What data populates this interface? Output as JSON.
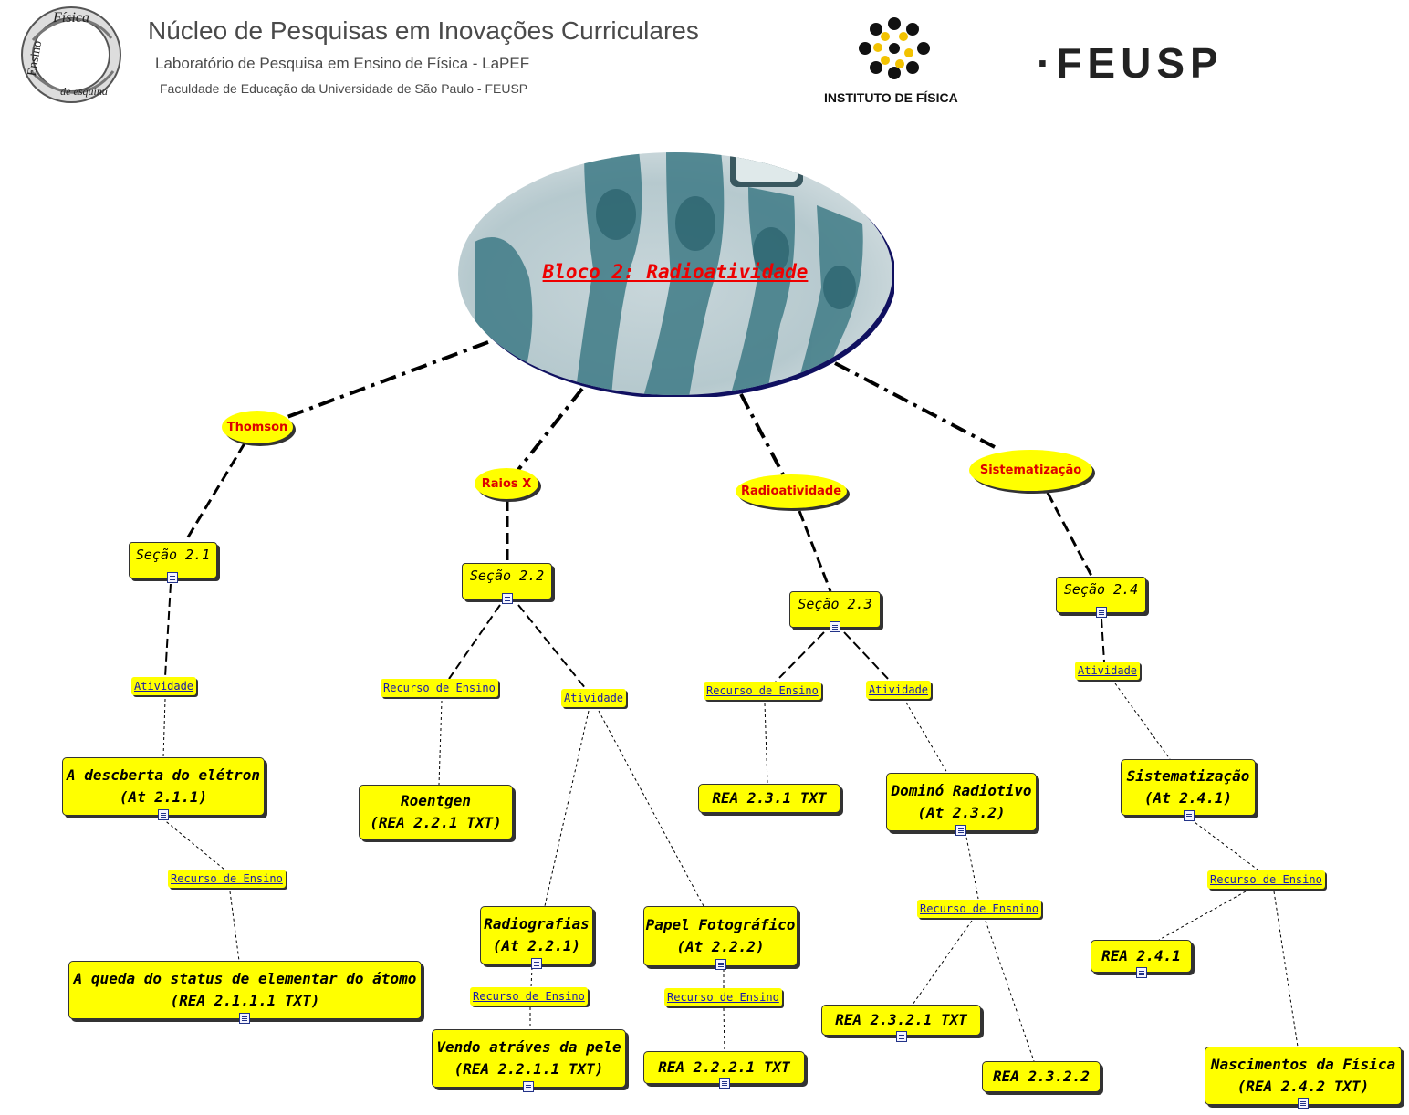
{
  "header": {
    "title": "Núcleo de Pesquisas em Inovações Curriculares",
    "subtitle_1": "Laboratório de Pesquisa em Ensino de Física - LaPEF",
    "subtitle_2": "Faculdade de Educação da Universidade de São Paulo - FEUSP",
    "logo_left_text": [
      "Física",
      "Ensino",
      "de esquina"
    ],
    "logo_if_label": "INSTITUTO DE FÍSICA",
    "logo_feusp": "·FEUSP"
  },
  "map": {
    "root": "Bloco 2: Radioatividade",
    "topics": {
      "thomson": "Thomson",
      "raios_x": "Raios X",
      "radioatividade": "Radioatividade",
      "sistematizacao": "Sistematização"
    },
    "sections": {
      "s21": "Seção 2.1",
      "s22": "Seção 2.2",
      "s23": "Seção 2.3",
      "s24": "Seção 2.4"
    },
    "links": {
      "atividade_21": "Atividade",
      "recurso_22": "Recurso de Ensino",
      "atividade_22": "Atividade",
      "recurso_23": "Recurso de Ensino",
      "atividade_23": "Atividade",
      "atividade_24": "Atividade",
      "recurso_211": "Recurso de Ensino",
      "recurso_221": "Recurso de Ensino",
      "recurso_222": "Recurso de Ensino",
      "recurso_232": "Recurso de Ensnino",
      "recurso_241": "Recurso de Ensino"
    },
    "nodes": {
      "at211": [
        "A descberta do elétron",
        "(At 2.1.1)"
      ],
      "rea2111": [
        "A queda do status de elementar do átomo",
        "(REA 2.1.1.1 TXT)"
      ],
      "roentgen": [
        "Roentgen",
        "(REA 2.2.1 TXT)"
      ],
      "at221": [
        "Radiografias",
        "(At 2.2.1)"
      ],
      "rea2211": [
        "Vendo atráves da pele",
        "(REA 2.2.1.1 TXT)"
      ],
      "at222": [
        "Papel Fotográfico",
        "(At 2.2.2)"
      ],
      "rea2221": [
        "REA 2.2.2.1 TXT"
      ],
      "rea231": [
        "REA 2.3.1 TXT"
      ],
      "at232": [
        "Dominó Radiotivo",
        "(At 2.3.2)"
      ],
      "rea2321": [
        "REA 2.3.2.1 TXT"
      ],
      "rea2322": [
        "REA 2.3.2.2"
      ],
      "at241": [
        "Sistematização",
        "(At 2.4.1)"
      ],
      "rea241": [
        "REA 2.4.1"
      ],
      "rea242": [
        "Nascimentos da Física",
        "(REA 2.4.2 TXT)"
      ]
    }
  },
  "colors": {
    "node_fill": "#ffff00",
    "topic_text": "#dd0000",
    "link_text": "#1a1aa8",
    "root_text": "#ee0000",
    "root_border": "#101060"
  }
}
